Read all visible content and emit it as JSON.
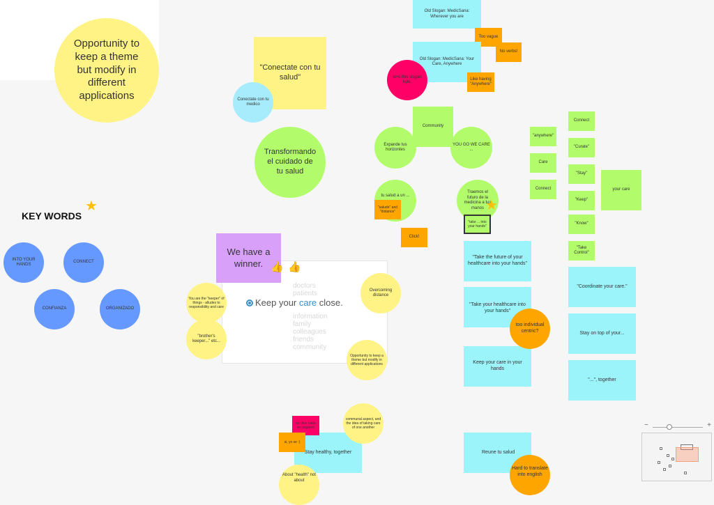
{
  "board": {
    "opportunity_big": "Opportunity to keep a theme but modify in different applications",
    "conectate_salud": "\"Conectate con tu salud\"",
    "conectate_medico": "Conectate con tu medico",
    "transformando": "Transformando el cuidado de tu salud",
    "old_slogan_1": "Old Slogan: MedicSana: Wherever you are",
    "too_vague": "Too vague",
    "no_verbs": "No verbs!",
    "old_slogan_2": "Old Slogan: MedicSana: Your Care, Anywhere",
    "love_slogan": "love this slogan kyle.",
    "like_anywhere": "Like having \"Anywhere\"",
    "community": "Community",
    "expande": "Expande tus horizontes",
    "you_go": "YOU GO WE CARE ...",
    "tu_salud": "tu salud a un ...",
    "salude_distance": "\"salude\" and \"distance\"",
    "traemos": "Traemos el futuro de la medicina a tus manos",
    "take_into": "\"take ... into your hands\"",
    "click": "Click!",
    "col2": [
      "Connect",
      "\"Curate\"",
      "\"Stay\"",
      "\"Keep\"",
      "\"Know\"",
      "\"Take Control\""
    ],
    "col1": [
      "\"anywhere\"",
      "Care",
      "Connect"
    ],
    "your_care": "your care",
    "take_future": "\"Take the future of your healthcare into your hands\"",
    "take_healthcare": "\"Take your healthcare into your hands\"",
    "too_individual": "too individual centric?",
    "keep_care_hands": "Keep your care in your hands",
    "coordinate": "\"Coordinate your care.\"",
    "stay_on_top": "Stay on top of your...",
    "together": "\"...\", together",
    "reune": "Reune tu salud",
    "hard_translate": "Hard to translate into english",
    "key_words": "KEY WORDS",
    "kw": [
      "INTO YOUR HANDS",
      "CONNECT",
      "CONFIANZA",
      "ORGANIZADO"
    ],
    "winner": "We have a winner.",
    "keeper": "You are the \"keeper\" of things - alludes to responsibility and care",
    "brothers": "\"brother's keeper...\" etc...",
    "overcoming": "Overcoming distance",
    "opportunity_small": "Opportunity to keep a theme but modify in different applications",
    "communal": "communal aspect, and the idea of taking care of one another",
    "no_dice": "no dice nada en espanol",
    "si_yo_se": "si, yo se :)",
    "stay_healthy": "Stay healthy, together",
    "about_health": "About \"health\" not about"
  },
  "card": {
    "pre": "Keep your ",
    "accent": "care",
    "post": " close.",
    "words_top": [
      "doctors",
      "patients"
    ],
    "words_bottom": [
      "information",
      "family",
      "colleagues",
      "friends",
      "community"
    ]
  },
  "zoom": {
    "minus": "−",
    "plus": "+",
    "level": 0.3
  }
}
